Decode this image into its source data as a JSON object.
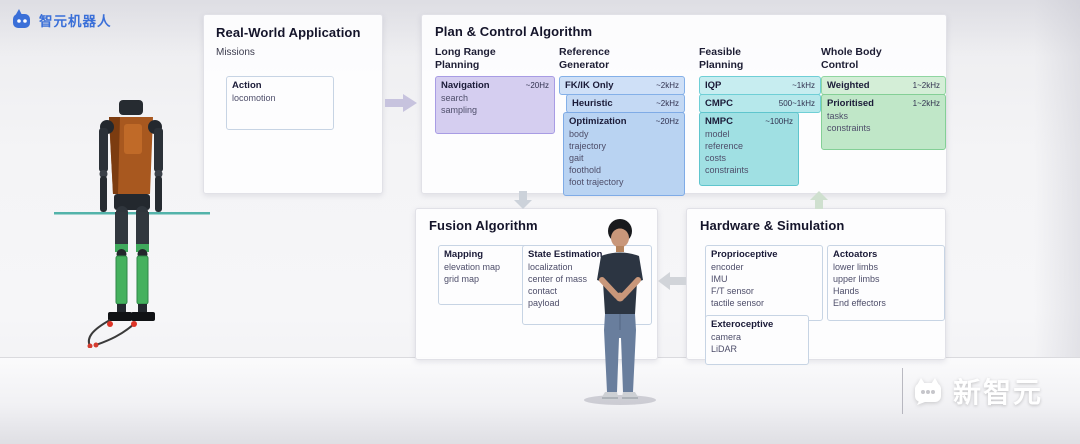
{
  "branding": {
    "logo_text": "智元机器人",
    "watermark_text": "新智元"
  },
  "colors": {
    "logo_blue": "#3a6fd8",
    "purple_box": "#d5cef0",
    "blue_box": "#b9d3f2",
    "teal_box": "#a0e0e3",
    "green_box": "#c0e7c8"
  },
  "real_world": {
    "title": "Real-World Application",
    "subtitle": "Missions",
    "action": {
      "title": "Action",
      "items": [
        "locomotion"
      ]
    }
  },
  "plan_control": {
    "title": "Plan & Control Algorithm",
    "col1": {
      "heading": "Long Range Planning",
      "nav": {
        "title": "Navigation",
        "rate": "~20Hz",
        "items": [
          "search",
          "sampling"
        ]
      }
    },
    "col2": {
      "heading": "Reference Generator",
      "fkik": {
        "title": "FK/IK Only",
        "rate": "~2kHz"
      },
      "heuristic": {
        "title": "Heuristic",
        "rate": "~2kHz"
      },
      "optimization": {
        "title": "Optimization",
        "rate": "~20Hz",
        "items": [
          "body",
          "trajectory",
          "gait",
          "foothold",
          "foot trajectory"
        ]
      }
    },
    "col3": {
      "heading": "Feasible Planning",
      "iqp": {
        "title": "IQP",
        "rate": "~1kHz"
      },
      "cmpc": {
        "title": "CMPC",
        "rate": "500~1kHz"
      },
      "nmpc": {
        "title": "NMPC",
        "rate": "~100Hz",
        "items": [
          "model",
          "reference",
          "costs",
          "constraints"
        ]
      }
    },
    "col4": {
      "heading": "Whole Body Control",
      "weighted": {
        "title": "Weighted",
        "rate": "1~2kHz"
      },
      "prioritised": {
        "title": "Prioritised",
        "rate": "1~2kHz",
        "items": [
          "tasks",
          "constraints"
        ]
      }
    }
  },
  "fusion": {
    "title": "Fusion Algorithm",
    "mapping": {
      "title": "Mapping",
      "items": [
        "elevation map",
        "grid map"
      ]
    },
    "state_estimation": {
      "title": "State Estimation",
      "items": [
        "localization",
        "center of mass",
        "contact",
        "payload"
      ]
    }
  },
  "hardware": {
    "title": "Hardware & Simulation",
    "proprioceptive": {
      "title": "Proprioceptive",
      "items": [
        "encoder",
        "IMU",
        "F/T sensor",
        "tactile sensor"
      ]
    },
    "actuators": {
      "title": "Actoators",
      "items": [
        "lower limbs",
        "upper limbs",
        "Hands",
        "End effectors"
      ]
    },
    "exteroceptive": {
      "title": "Exteroceptive",
      "items": [
        "camera",
        "LiDAR"
      ]
    }
  }
}
